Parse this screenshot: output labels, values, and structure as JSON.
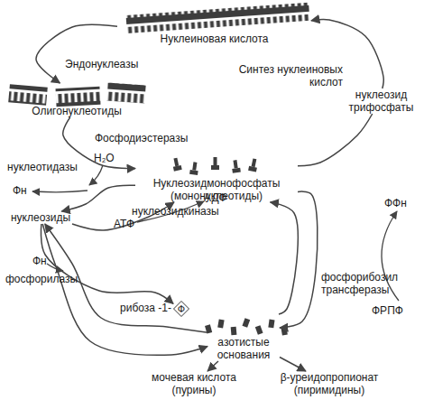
{
  "diagram": {
    "nodes": [
      {
        "text": [
          "Нуклеиновая кислота"
        ]
      },
      {
        "text": [
          "Олигонуклеотиды"
        ]
      },
      {
        "text": [
          "Нуклеозидмонофосфаты (мононуклеотиды)"
        ]
      },
      {
        "text": [
          "нуклеозиды"
        ]
      },
      {
        "text": [
          "азотистые основания"
        ]
      },
      {
        "text": [
          "мочевая кислота (пурины)"
        ]
      },
      {
        "text": [
          "β-уреидопропионат (пиримидины)"
        ]
      },
      {
        "text": [
          "нуклеозид трифосфаты"
        ]
      },
      {
        "text": [
          "Ф"
        ]
      }
    ],
    "edges": [
      {
        "from": 0,
        "to": 1,
        "label": "Эндонуклеазы",
        "arrow": "to"
      },
      {
        "from": 1,
        "to": 2,
        "label": "Фосфодиэстеразы",
        "arrow": "to"
      },
      {
        "from": 2,
        "to": 3,
        "label": "нуклеотидазы",
        "arrow": "to"
      },
      {
        "from": 3,
        "to": 2,
        "label": "нуклеозидкиназы",
        "arrow": "to"
      },
      {
        "from": 2,
        "to": 4,
        "arrow": "to"
      },
      {
        "from": 4,
        "to": 2,
        "label": "фосфорибозил трансферазы",
        "arrow": "to"
      },
      {
        "from": 3,
        "to": 4,
        "label": "фосфорилазы",
        "arrow": "to"
      },
      {
        "from": 4,
        "to": 3,
        "arrow": "to"
      },
      {
        "from": 3,
        "to": 8,
        "arrow": "to"
      },
      {
        "from": 4,
        "to": 5,
        "arrow": "to"
      },
      {
        "from": 4,
        "to": 6,
        "arrow": "to"
      },
      {
        "from": 2,
        "to": 7,
        "arrow": "none"
      },
      {
        "from": 7,
        "to": 0,
        "label": "Синтез нуклеиновых кислот",
        "arrow": "to"
      }
    ],
    "labels": [
      "H₂O",
      "Фн",
      "АДФ",
      "АТФ",
      "ФФн",
      "ФРПФ",
      "Фн",
      "рибоза -1-"
    ]
  }
}
